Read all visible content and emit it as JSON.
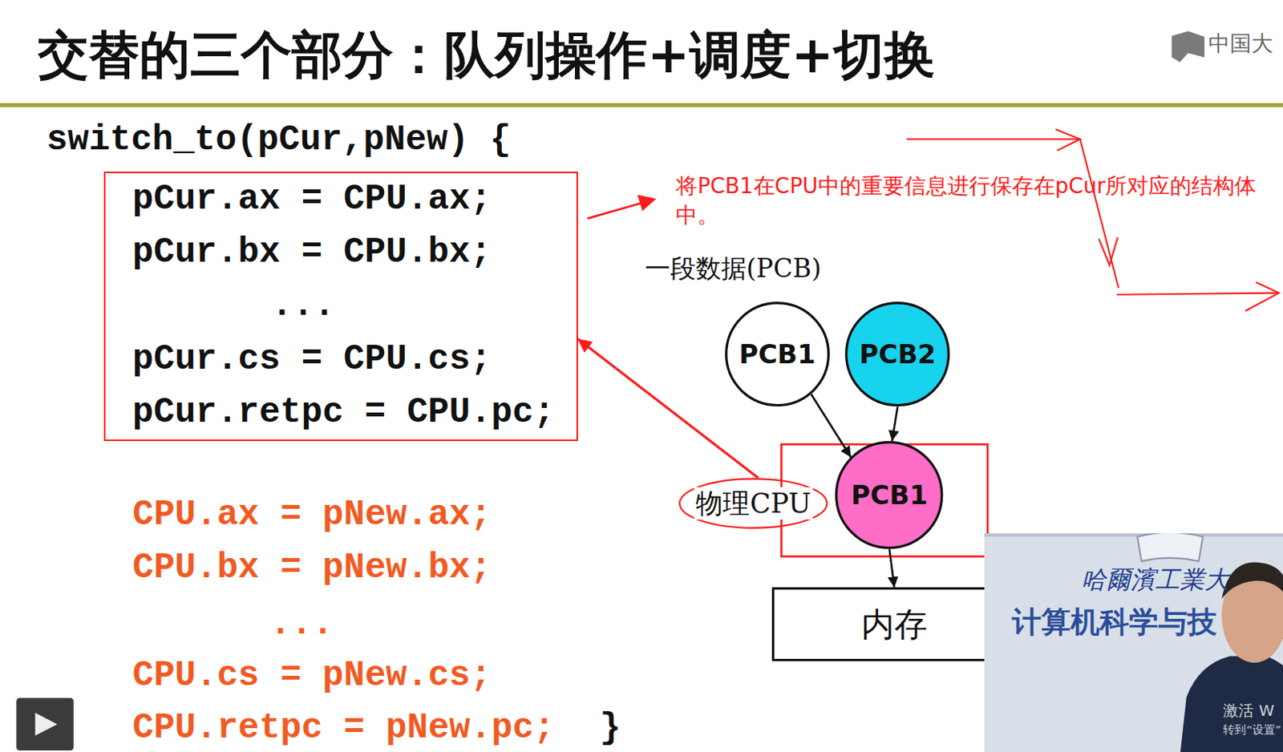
{
  "diagram": {
    "title": "交替的三个部分：队列操作+调度+切换",
    "nodes": [
      {
        "text": [
          "pCur.ax = CPU.ax;",
          "pCur.bx = CPU.bx;",
          "...",
          "pCur.cs = CPU.cs;",
          "pCur.retpc = CPU.pc;"
        ]
      },
      {
        "text": [
          "PCB1"
        ]
      },
      {
        "text": [
          "PCB2"
        ]
      },
      {
        "text": [
          "物理CPU"
        ]
      },
      {
        "text": [
          "PCB1"
        ]
      },
      {
        "text": [
          "内存"
        ]
      }
    ],
    "edges": [
      {
        "from": 1,
        "to": 4,
        "arrow": "to"
      },
      {
        "from": 2,
        "to": 4,
        "arrow": "to"
      },
      {
        "from": 4,
        "to": 5,
        "arrow": "to"
      },
      {
        "from": 3,
        "to": 0,
        "arrow": "to"
      }
    ],
    "labels": [
      "switch_to(pCur,pNew) {",
      "CPU.ax = pNew.ax;",
      "CPU.bx = pNew.bx;",
      "...",
      "CPU.cs = pNew.cs;",
      "CPU.retpc = pNew.pc;",
      "}",
      "将PCB1在CPU中的重要信息进行保存在pCur所对应的结构体中。",
      "一段数据(PCB)",
      "中国大",
      "哈爾濱工業大",
      "计算机科学与技",
      "激活 W",
      "转到“设置”"
    ]
  }
}
